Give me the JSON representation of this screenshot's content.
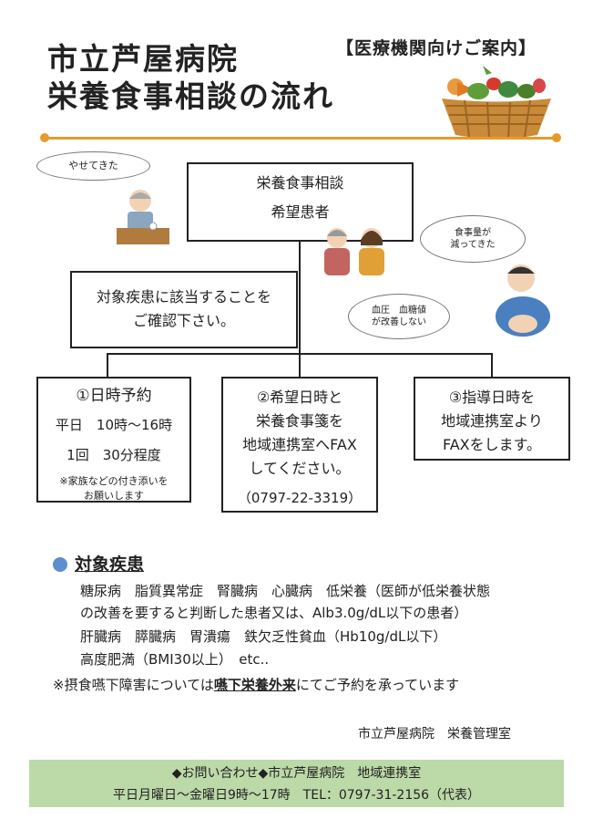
{
  "header": {
    "title_line1": "市立芦屋病院",
    "title_line2": "栄養食事相談の流れ",
    "tag": "【医療機関向けご案内】"
  },
  "flow": {
    "patient_box": [
      "栄養食事相談",
      "希望患者"
    ],
    "confirm_box": [
      "対象疾患に該当することを",
      "ご確認下さい。"
    ],
    "step1": {
      "title": "①日時予約",
      "time": "平日　10時～16時",
      "duration": "1回　30分程度",
      "note1": "※家族などの付き添いを",
      "note2": "お願いします"
    },
    "step2": {
      "lines": [
        "②希望日時と",
        "栄養食事箋を",
        "地域連携室へFAX",
        "してください。"
      ],
      "fax": "（0797-22-3319）"
    },
    "step3": {
      "lines": [
        "③指導日時を",
        "地域連携室より",
        "FAXをします。"
      ]
    }
  },
  "bubbles": {
    "thin": "やせてきた",
    "meal1": "食事量が",
    "meal2": "減ってきた",
    "bp1": "血圧　血糖値",
    "bp2": "が改善しない"
  },
  "diseases": {
    "heading": "対象疾患",
    "line1": "糖尿病　脂質異常症　腎臓病　心臓病　低栄養（医師が低栄養状態",
    "line2": "の改善を要すると判断した患者又は、Alb3.0g/dL以下の患者）",
    "line3": "肝臓病　膵臓病　胃潰瘍　鉄欠乏性貧血（Hb10g/dL以下）",
    "line4": "高度肥満（BMI30以上）　etc..",
    "note_pre": "※摂食嚥下障害については",
    "note_link": "嚥下栄養外来",
    "note_post": "にてご予約を承っています"
  },
  "signature": "市立芦屋病院　栄養管理室",
  "footer": {
    "line1": "◆お問い合わせ◆市立芦屋病院　地域連携室",
    "line2": "平日月曜日～金曜日9時～17時　TEL：0797-31-2156（代表）"
  },
  "colors": {
    "accent": "#e69a2e",
    "section_dot": "#5b8fd0",
    "footer_bg": "#bcd9a8"
  }
}
